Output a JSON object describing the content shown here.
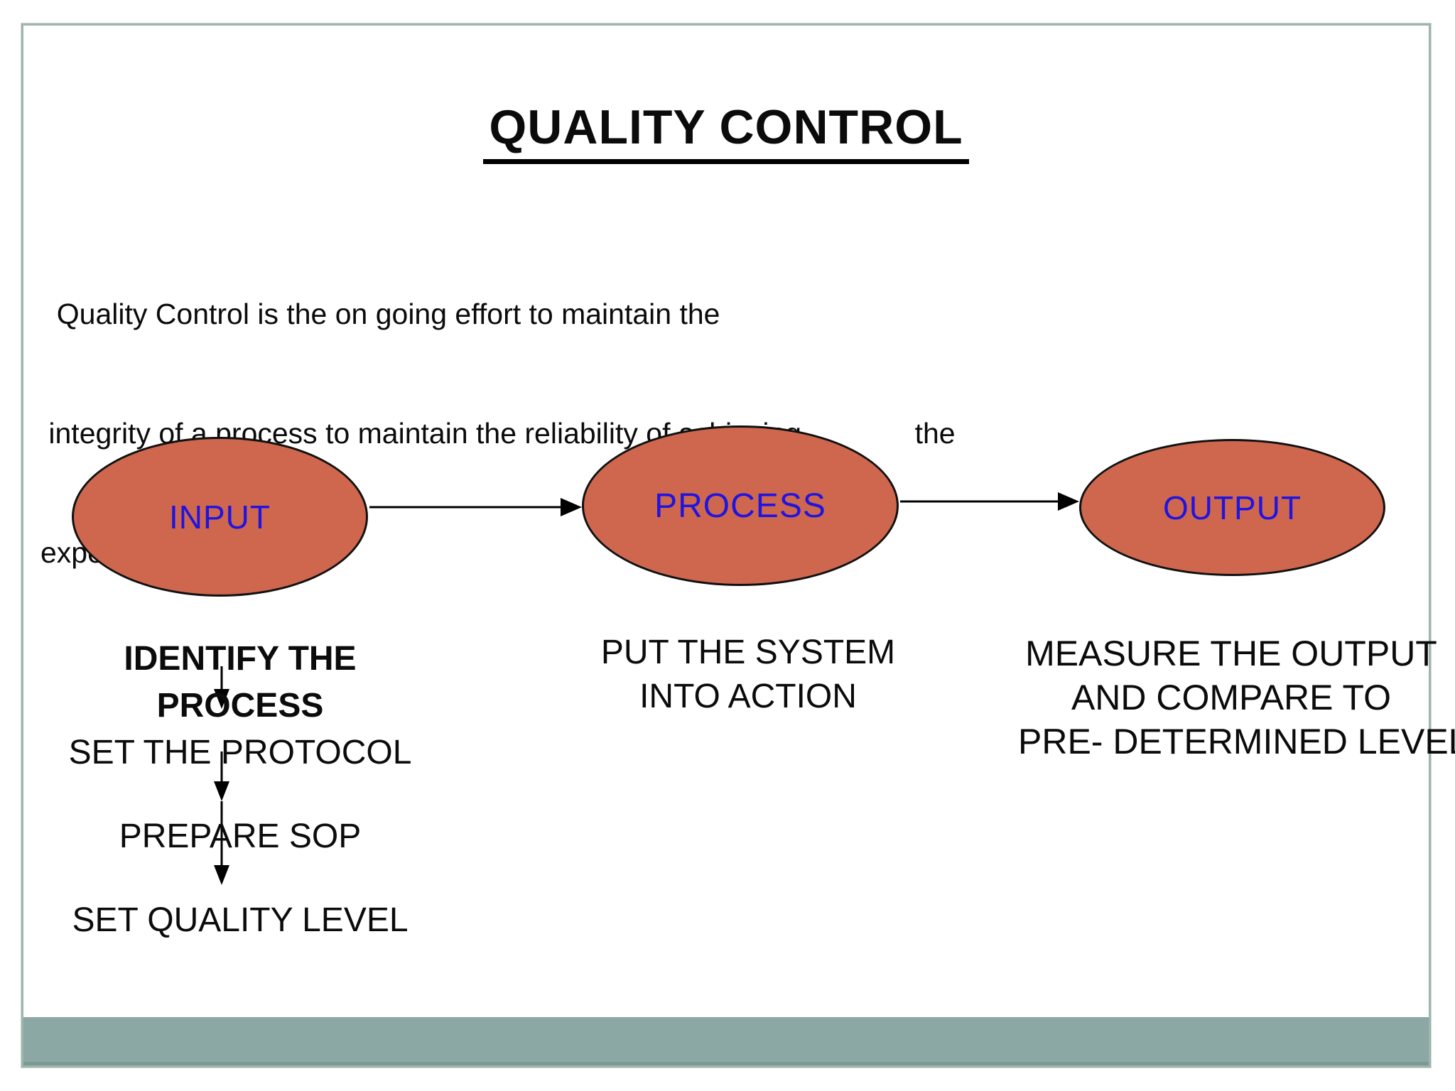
{
  "title": "QUALITY CONTROL",
  "intro": {
    "line1": "  Quality Control is the on going effort to maintain the",
    "line2": " integrity of a process to maintain the reliability of achieving              the",
    "line3": "expected outcome."
  },
  "diagram": {
    "nodes": {
      "input": {
        "label": "INPUT"
      },
      "process": {
        "label": "PROCESS"
      },
      "output": {
        "label": "OUTPUT"
      }
    },
    "connectors": [
      "input-to-process-arrow",
      "process-to-output-arrow",
      "identify-to-protocol-arrow",
      "protocol-to-sop-arrow",
      "sop-to-quality-arrow"
    ]
  },
  "input_steps": {
    "step1_line1": "IDENTIFY THE",
    "step1_line2": "PROCESS",
    "step2": "SET THE PROTOCOL",
    "step3": "PREPARE SOP",
    "step4": "SET QUALITY LEVEL"
  },
  "process_caption": {
    "line1": "PUT THE SYSTEM",
    "line2": "INTO ACTION"
  },
  "output_caption": {
    "line1": "MEASURE THE OUTPUT",
    "line2": "AND COMPARE TO",
    "line3": "PRE- DETERMINED LEVEL"
  },
  "colors": {
    "ellipse_fill": "#CE674E",
    "node_label_blue": "#1F14E0",
    "footer_teal": "#8BA8A4",
    "frame_border": "#9FB4AD",
    "text": "#0b0b0b"
  }
}
